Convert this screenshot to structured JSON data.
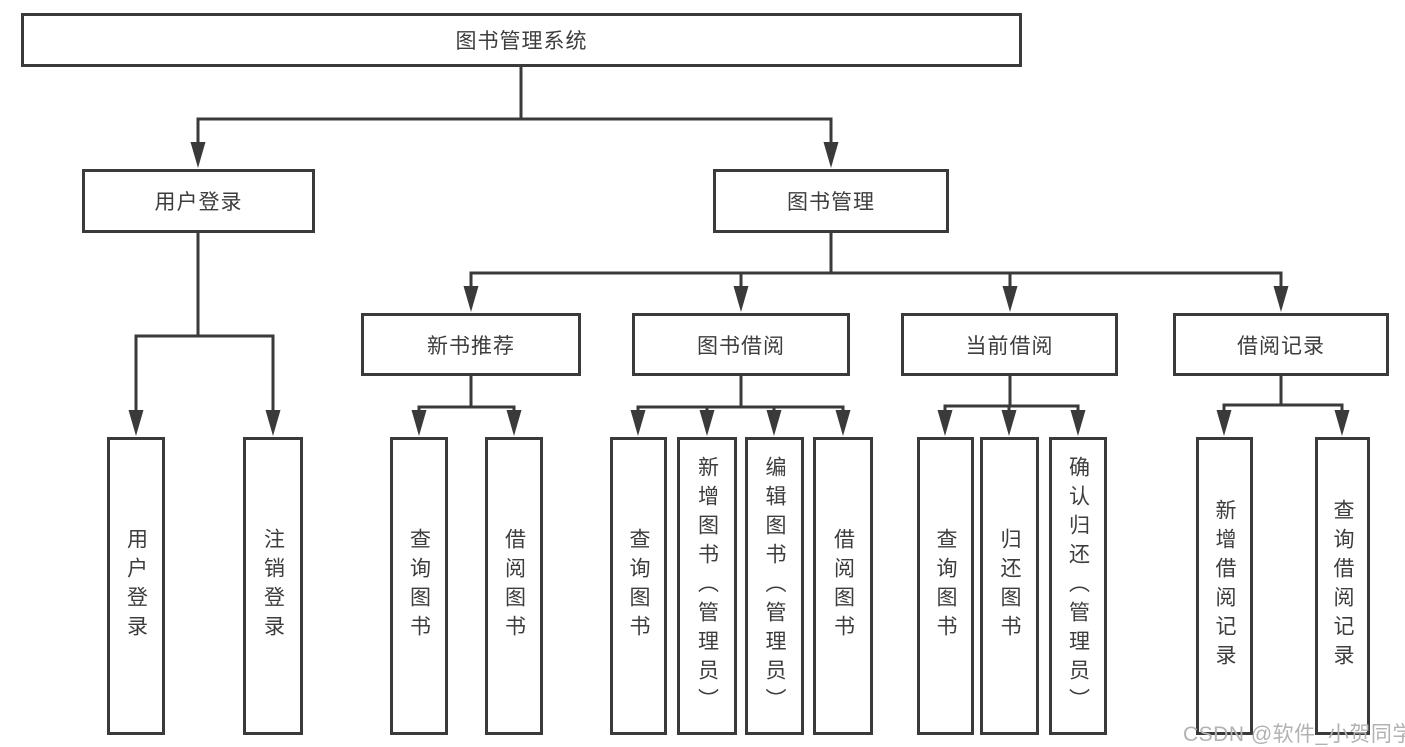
{
  "page": {
    "watermark": "CSDN @软件_小贺同学"
  },
  "colors": {
    "line": "#3a3a3a",
    "text": "#3d3d3d",
    "watermark": "#b2b2b2",
    "background": "#ffffff"
  },
  "tree": {
    "root": {
      "label": "图书管理系统",
      "children": [
        {
          "label": "用户登录",
          "children": [
            {
              "label": "用户登录"
            },
            {
              "label": "注销登录"
            }
          ]
        },
        {
          "label": "图书管理",
          "children": [
            {
              "label": "新书推荐",
              "children": [
                {
                  "label": "查询图书"
                },
                {
                  "label": "借阅图书"
                }
              ]
            },
            {
              "label": "图书借阅",
              "children": [
                {
                  "label": "查询图书"
                },
                {
                  "label": "新增图书（管理员）"
                },
                {
                  "label": "编辑图书（管理员）"
                },
                {
                  "label": "借阅图书"
                }
              ]
            },
            {
              "label": "当前借阅",
              "children": [
                {
                  "label": "查询图书"
                },
                {
                  "label": "归还图书"
                },
                {
                  "label": "确认归还（管理员）"
                }
              ]
            },
            {
              "label": "借阅记录",
              "children": [
                {
                  "label": "新增借阅记录"
                },
                {
                  "label": "查询借阅记录"
                }
              ]
            }
          ]
        }
      ]
    }
  }
}
